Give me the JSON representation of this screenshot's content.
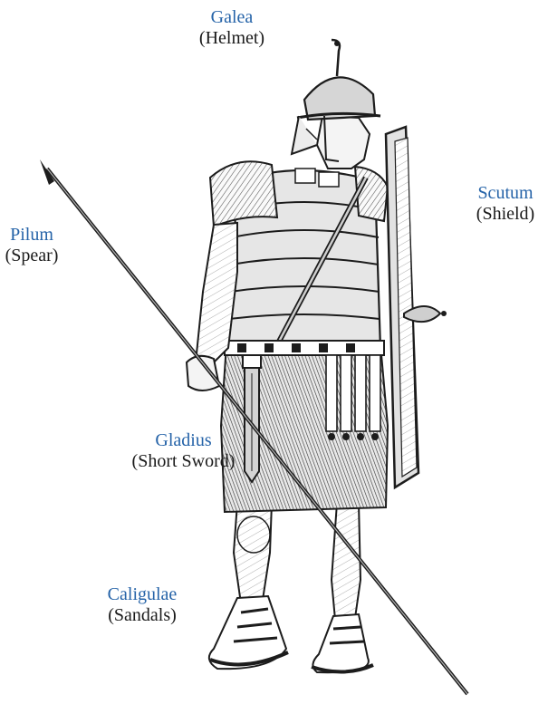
{
  "colors": {
    "latin_label": "#2563a8",
    "english_label": "#1a1a1a",
    "ink": "#1c1c1c",
    "paper": "#ffffff",
    "shade": "#6a6a6a"
  },
  "labels": {
    "galea": {
      "latin": "Galea",
      "english": "(Helmet)"
    },
    "scutum": {
      "latin": "Scutum",
      "english": "(Shield)"
    },
    "pilum": {
      "latin": "Pilum",
      "english": "(Spear)"
    },
    "gladius": {
      "latin": "Gladius",
      "english": "(Short Sword)"
    },
    "caligae": {
      "latin": "Caligulae",
      "english": "(Sandals)"
    }
  }
}
